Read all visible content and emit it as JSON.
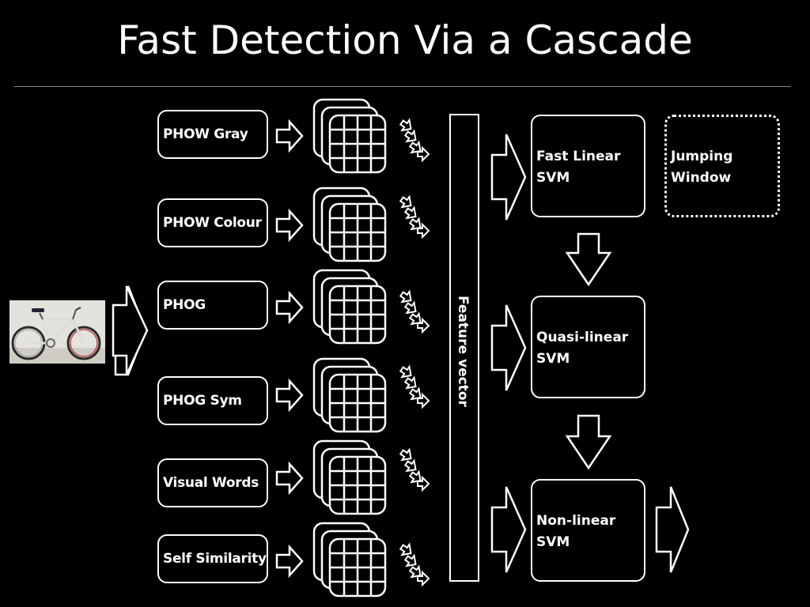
{
  "slide": {
    "title": "Fast Detection Via a Cascade"
  },
  "features": [
    {
      "label": "PHOW Gray"
    },
    {
      "label": "PHOW Colour"
    },
    {
      "label": "PHOG"
    },
    {
      "label": "PHOG Sym"
    },
    {
      "label": "Visual Words"
    },
    {
      "label": "Self Similarity"
    }
  ],
  "feature_vector": {
    "label": "Feature vector"
  },
  "classifiers": [
    {
      "line1": "Fast Linear",
      "line2": "SVM"
    },
    {
      "line1": "Quasi-linear",
      "line2": "SVM"
    },
    {
      "line1": "Non-linear",
      "line2": "SVM"
    }
  ],
  "jumping_window": {
    "line1": "Jumping",
    "line2": "Window"
  },
  "input_image": {
    "subject": "bicycle-photo"
  },
  "colors": {
    "background": "#000000",
    "foreground": "#ffffff",
    "rule": "#8a8a8a"
  }
}
